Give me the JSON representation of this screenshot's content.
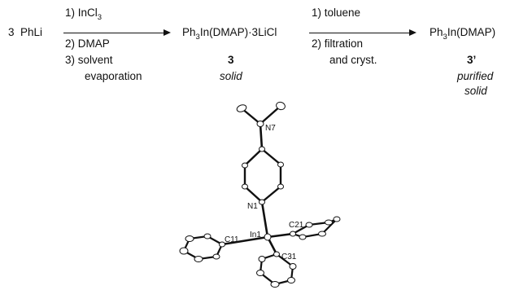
{
  "scheme": {
    "reactant": {
      "coefficient": "3",
      "formula": "PhLi"
    },
    "step1": {
      "cond1_prefix": "1) InCl",
      "cond1_sub": "3",
      "cond2": "2) DMAP",
      "cond3_line1": "3) solvent",
      "cond3_line2": "evaporation"
    },
    "intermediate": {
      "f_prefix": "Ph",
      "f_sub": "3",
      "f_suffix": "In(DMAP)·3LiCl",
      "label": "3",
      "state": "solid"
    },
    "step2": {
      "cond1": "1) toluene",
      "cond2_line1": "2) filtration",
      "cond2_line2": "and cryst."
    },
    "product": {
      "f_prefix": "Ph",
      "f_sub": "3",
      "f_suffix": "In(DMAP)",
      "label": "3’",
      "state_line1": "purified",
      "state_line2": "solid"
    }
  },
  "structure": {
    "atoms": {
      "n7": "N7",
      "n1": "N1",
      "in1": "In1",
      "c11": "C11",
      "c21": "C21",
      "c31": "C31"
    }
  }
}
